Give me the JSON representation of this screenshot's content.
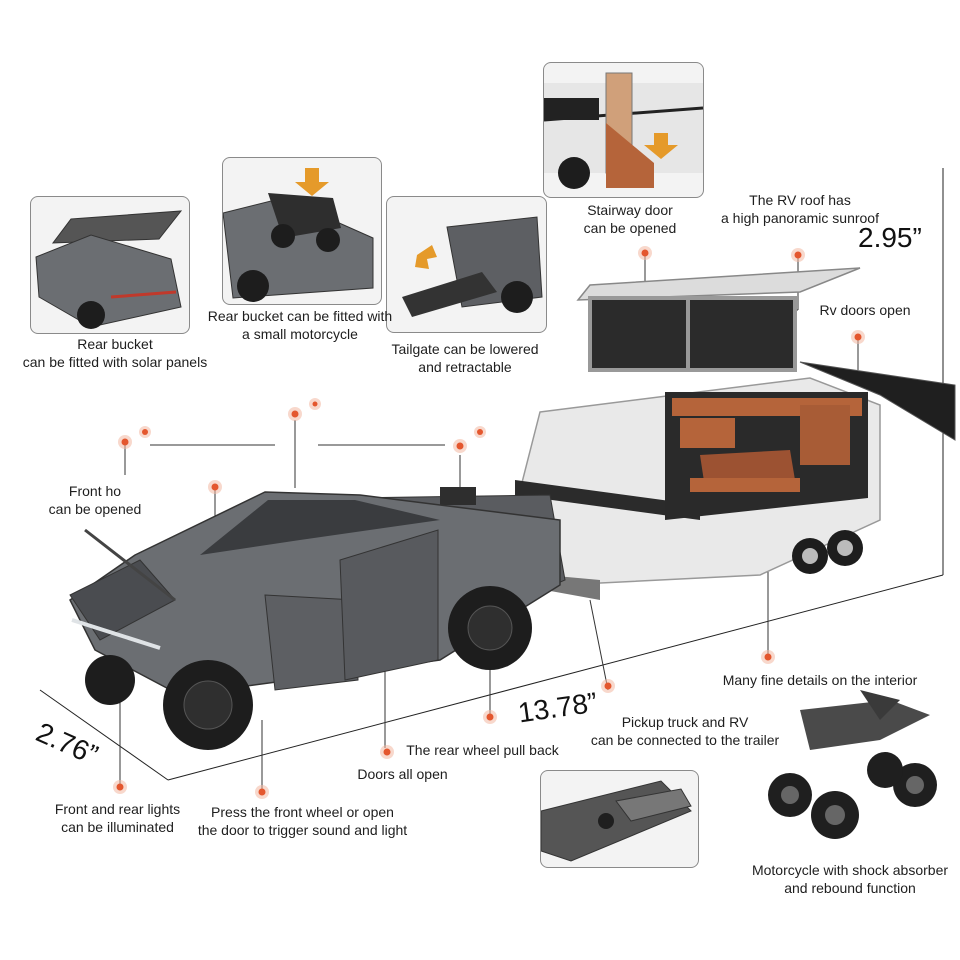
{
  "dimensions": {
    "height": "2.95”",
    "length": "13.78”",
    "width": "2.76”"
  },
  "insets": {
    "solar_panels": [
      "Rear bucket",
      "can be fitted with solar panels"
    ],
    "motorcycle_bucket": [
      "Rear bucket can be fitted with",
      "a small motorcycle"
    ],
    "tailgate": [
      "Tailgate can be lowered",
      "and retractable"
    ],
    "stairway": [
      "Stairway door",
      "can be opened"
    ],
    "trailer_hitch": [],
    "mini_motorcycle": [
      "Motorcycle with shock absorber",
      "and rebound function"
    ]
  },
  "callouts": {
    "sunroof": [
      "The RV roof has",
      "a high panoramic sunroof"
    ],
    "rv_doors": "Rv doors open",
    "front_hood": [
      "Front ho",
      "can be opened"
    ],
    "interior": "Many fine details on the interior",
    "connected": [
      "Pickup truck and RV",
      "can be connected to the trailer"
    ],
    "pull_back": "The rear wheel pull back",
    "doors_open": "Doors all open",
    "lights": [
      "Front and rear lights",
      "can be illuminated"
    ],
    "sound_light": [
      "Press the front wheel or open",
      "the door to trigger sound and light"
    ]
  },
  "colors": {
    "marker": "#e4572e",
    "truck_body": "#6b6e72",
    "truck_dark": "#3c3e41",
    "rv_body": "#e9e9e9",
    "rv_interior": "#b5643a",
    "tire": "#1d1d1d"
  }
}
